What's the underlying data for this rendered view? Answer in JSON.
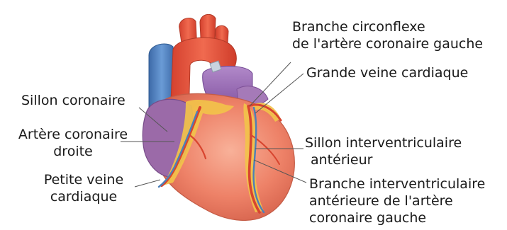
{
  "labels": {
    "circumflex": {
      "line1": "Branche circonflexe",
      "line2": "de l'artère coronaire gauche"
    },
    "great_cardiac_vein": "Grande veine cardiaque",
    "coronary_sulcus": "Sillon coronaire",
    "right_coronary_artery": {
      "line1": "Artère coronaire",
      "line2": "droite"
    },
    "small_cardiac_vein": {
      "line1": "Petite veine",
      "line2": "cardiaque"
    },
    "anterior_interventricular_sulcus": {
      "line1": "Sillon interventriculaire",
      "line2": "antérieur"
    },
    "anterior_interventricular_branch": {
      "line1": "Branche interventriculaire",
      "line2": "antérieure de l'artère",
      "line3": "coronaire gauche"
    }
  },
  "colors": {
    "myocardium": "#ee8268",
    "myocardium_highlight": "#f6a88e",
    "fat": "#f2c24a",
    "aorta": "#e9533e",
    "superior_vena_cava": "#4a7fc1",
    "pulmonary_trunk": "#9a6bb3",
    "right_atrium": "#9b6aa8",
    "artery": "#d8452f",
    "vein": "#4d7fb8",
    "leader_line": "#555555"
  }
}
